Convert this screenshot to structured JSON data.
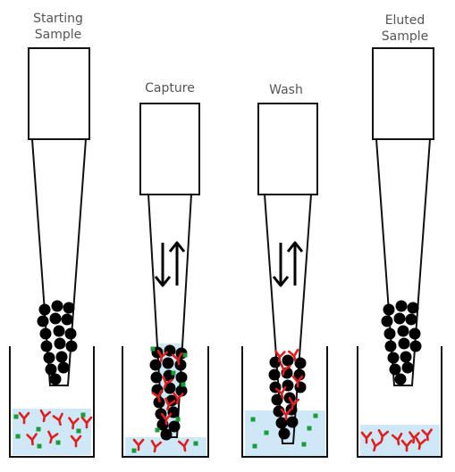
{
  "labels": {
    "step1": [
      "Starting",
      "Sample"
    ],
    "step2": "Capture",
    "step3": "Wash",
    "step4": [
      "Eluted",
      "Sample"
    ]
  },
  "colors": {
    "outline": "#111111",
    "liquid": "#cfe8f7",
    "bead": "#000000",
    "antibody": "#e01e1e",
    "impurity": "#1b9c3a",
    "text": "#555555"
  },
  "icons": {
    "mixing": "up-down-arrows-icon",
    "bead": "magnetic-bead-icon",
    "antibody": "antibody-y-icon",
    "impurity": "impurity-square-icon"
  }
}
